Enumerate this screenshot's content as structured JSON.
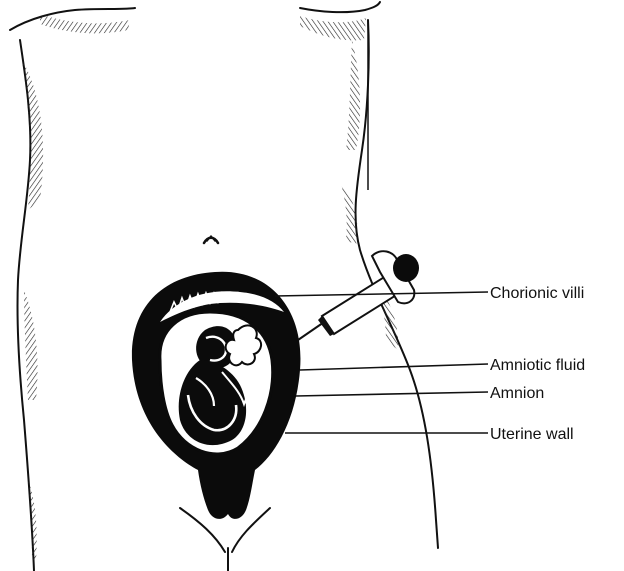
{
  "diagram": {
    "labels": [
      {
        "id": "chorionic-villi",
        "text": "Chorionic villi"
      },
      {
        "id": "amniotic-fluid",
        "text": "Amniotic fluid"
      },
      {
        "id": "amnion",
        "text": "Amnion"
      },
      {
        "id": "uterine-wall",
        "text": "Uterine wall"
      }
    ]
  }
}
